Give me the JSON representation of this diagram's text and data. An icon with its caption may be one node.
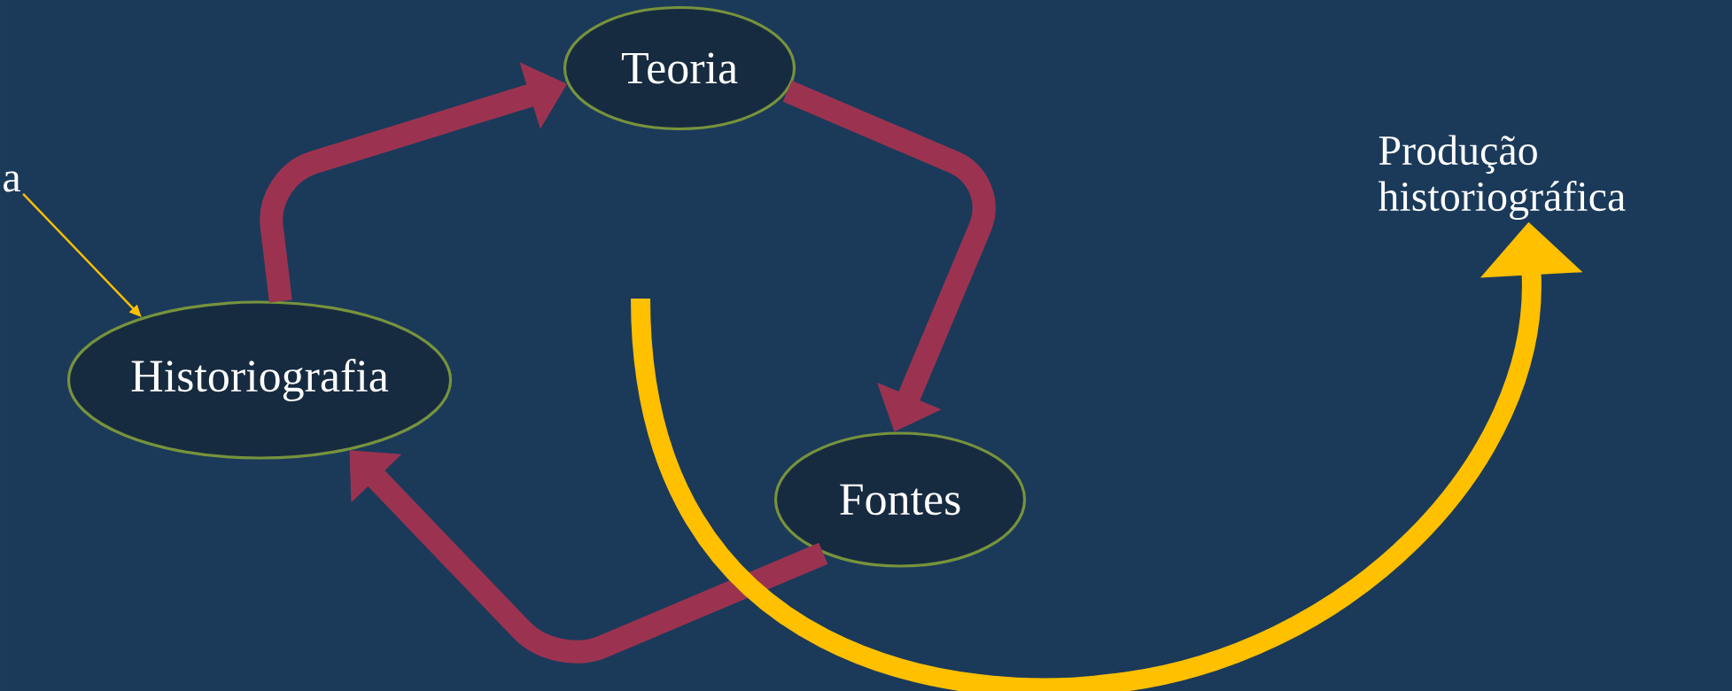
{
  "diagram": {
    "nodes": [
      {
        "text": [
          "Teoria"
        ]
      },
      {
        "text": [
          "Historiografia"
        ]
      },
      {
        "text": [
          "Fontes"
        ]
      },
      {
        "text": [
          "a"
        ]
      },
      {
        "text": [
          "Produção historiográfica"
        ]
      }
    ],
    "edges": [
      {
        "from": 1,
        "to": 0,
        "arrow": "to"
      },
      {
        "from": 0,
        "to": 2,
        "arrow": "to"
      },
      {
        "from": 2,
        "to": 1,
        "arrow": "to"
      },
      {
        "from": 3,
        "to": 1,
        "arrow": "to",
        "color": "#ffc000"
      },
      {
        "from": null,
        "to": 4,
        "arrow": "to",
        "color": "#ffc000"
      }
    ]
  }
}
